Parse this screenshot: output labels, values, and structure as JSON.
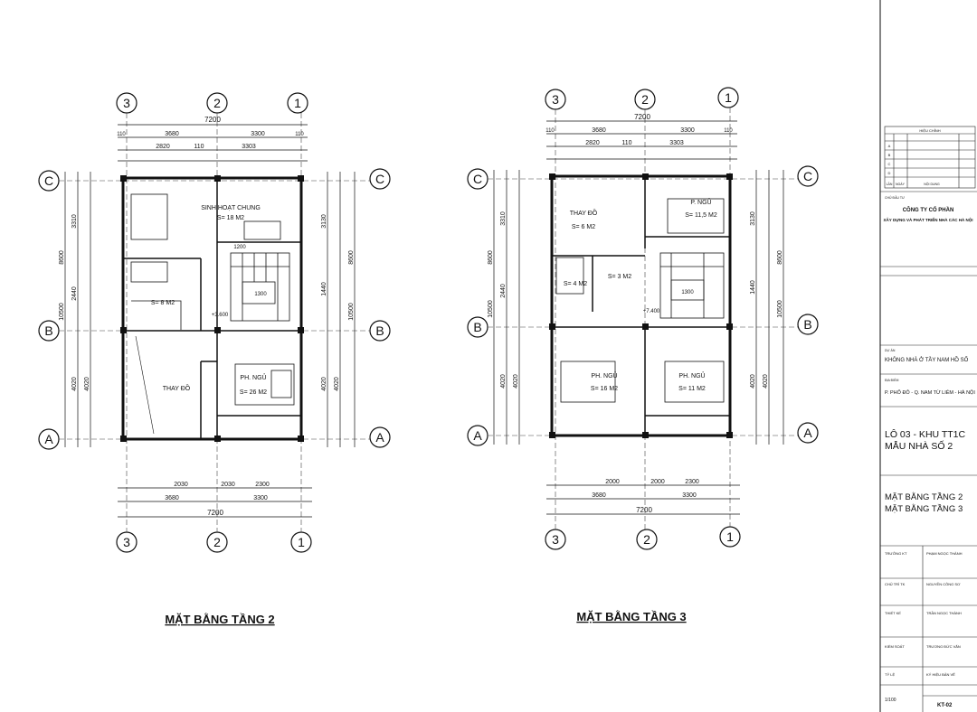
{
  "plans": [
    {
      "id": "floor2",
      "caption": "MẶT BẰNG TẦNG 2",
      "grid_cols": [
        "3",
        "2",
        "1"
      ],
      "grid_rows": [
        "C",
        "B",
        "A"
      ],
      "dims_top": {
        "overall": "7200",
        "row2": [
          "3680",
          "3300"
        ],
        "row3": [
          "2820",
          "110",
          "3303"
        ],
        "ends": [
          "110",
          "110"
        ]
      },
      "dims_bottom": {
        "row1": [
          "2030",
          "2030",
          "2300"
        ],
        "row2": [
          "3680",
          "3300"
        ],
        "overall": "7200"
      },
      "dims_left": [
        "3310",
        "2440",
        "4020",
        "4020"
      ],
      "dims_right": [
        "3130",
        "1440",
        "4020",
        "4020"
      ],
      "dims_outer": [
        "8600",
        "10500"
      ],
      "rooms": [
        {
          "name": "SINH HOẠT CHUNG",
          "area": "S= 18 M2"
        },
        {
          "name": "",
          "area": "S= 8 M2"
        },
        {
          "name": "THAY ĐỒ",
          "area": ""
        },
        {
          "name": "PH. NGỦ",
          "area": "S= 26 M2"
        }
      ],
      "levels": [
        "+3.600",
        "1200",
        "1300"
      ]
    },
    {
      "id": "floor3",
      "caption": "MẶT BẰNG TẦNG 3",
      "grid_cols": [
        "3",
        "2",
        "1"
      ],
      "grid_rows": [
        "C",
        "B",
        "A"
      ],
      "dims_top": {
        "overall": "7200",
        "row2": [
          "3680",
          "3300"
        ],
        "row3": [
          "2820",
          "110",
          "3303"
        ],
        "ends": [
          "110",
          "110"
        ]
      },
      "dims_bottom": {
        "row1": [
          "2000",
          "2000",
          "2300"
        ],
        "row2": [
          "3680",
          "3300"
        ],
        "overall": "7200"
      },
      "dims_left": [
        "3310",
        "2440",
        "4020",
        "4020"
      ],
      "dims_right": [
        "3130",
        "1440",
        "4020",
        "4020"
      ],
      "dims_outer": [
        "8600",
        "10500"
      ],
      "rooms": [
        {
          "name": "THAY ĐỒ",
          "area": "S= 6 M2"
        },
        {
          "name": "P. NGỦ",
          "area": "S= 11,5 M2"
        },
        {
          "name": "",
          "area": "S= 3 M2"
        },
        {
          "name": "",
          "area": "S= 4 M2"
        },
        {
          "name": "PH. NGỦ",
          "area": "S= 16 M2"
        },
        {
          "name": "PH. NGỦ",
          "area": "S= 11 M2"
        }
      ],
      "levels": [
        "+7.400",
        "1300"
      ]
    }
  ],
  "title_block": {
    "revision_header": "HIỆU CHỈNH",
    "revision_cols": [
      "LẦN",
      "NGÀY",
      "NỘI DUNG"
    ],
    "revision_rows": [
      "A",
      "B",
      "C",
      "D"
    ],
    "company_label": "CHỦ ĐẦU TƯ",
    "company_line1": "CÔNG TY CỔ PHẦN",
    "company_line2": "XÂY DỰNG VÀ PHÁT TRIỂN NHÀ CÁC HÀ NỘI",
    "project_label": "DỰ ÁN",
    "project_name": "KHÔNG NHÀ Ở TẦY NAM HỒ SỐ",
    "location_label": "ĐỊA ĐIỂM",
    "location": "P. PHỐ ĐÔ - Q. NAM TỪ LIÊM - HÀ NỘI",
    "lot_line1": "LÔ 03 - KHU TT1C",
    "lot_line2": "MẪU NHÀ SỐ 2",
    "sheet_line1": "MẶT BẰNG TẦNG 2",
    "sheet_line2": "MẶT BẰNG TẦNG 3",
    "signoffs": [
      {
        "role": "TRƯỞNG KT",
        "name": "PHẠM NGỌC THÀNH"
      },
      {
        "role": "CHỦ TRÌ TK",
        "name": "NGUYỄN CÔNG SƠ"
      },
      {
        "role": "THIẾT KẾ",
        "name": "TRẦN NGỌC THÀNH"
      },
      {
        "role": "KIỂM SOÁT",
        "name": "TRƯƠNG ĐỨC VĂN"
      }
    ],
    "scale_label": "TỶ LỆ",
    "scale_value": "1/100",
    "drawing_no_label": "KÝ HIỆU BẢN VẼ",
    "drawing_no": "KT-02"
  }
}
